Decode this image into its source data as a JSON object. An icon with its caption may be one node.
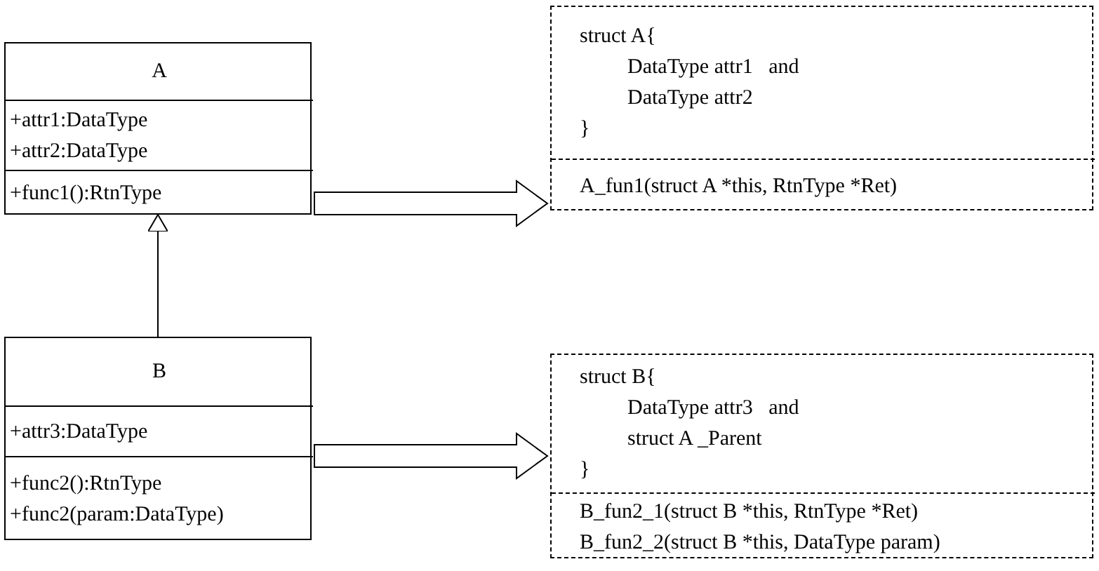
{
  "diagram": {
    "nodes": [
      {
        "text": [],
        "shape": "box"
      },
      {
        "text": [
          "A"
        ],
        "in": 0
      },
      {
        "text": [
          "+attr1:DataType",
          "+attr2:DataType"
        ],
        "in": 0
      },
      {
        "text": [
          "+func1():RtnType"
        ],
        "in": 0
      },
      {
        "text": [],
        "shape": "box"
      },
      {
        "text": [
          "B"
        ],
        "in": 4
      },
      {
        "text": [
          "+attr3:DataType"
        ],
        "in": 4
      },
      {
        "text": [
          "+func2():RtnType",
          "+func2(param:DataType)"
        ],
        "in": 4
      },
      {
        "text": [],
        "shape": "box"
      },
      {
        "text": [
          "struct A{",
          "DataType attr1   and",
          "DataType attr2",
          "}"
        ],
        "in": 8
      },
      {
        "text": [
          "A_fun1(struct A *this, RtnType *Ret)"
        ],
        "in": 8
      },
      {
        "text": [],
        "shape": "box"
      },
      {
        "text": [
          "struct B{",
          "DataType attr3   and",
          "struct A _Parent",
          "}"
        ],
        "in": 11
      },
      {
        "text": [
          "B_fun2_1(struct B *this, RtnType *Ret)",
          "B_fun2_2(struct B *this, DataType param)"
        ],
        "in": 11
      }
    ],
    "edges": [
      {
        "from": 4,
        "to": 0,
        "arrow": "to"
      },
      {
        "from": 0,
        "to": 8,
        "arrow": "to",
        "style": "thick"
      },
      {
        "from": 4,
        "to": 11,
        "arrow": "to",
        "style": "thick"
      }
    ]
  }
}
